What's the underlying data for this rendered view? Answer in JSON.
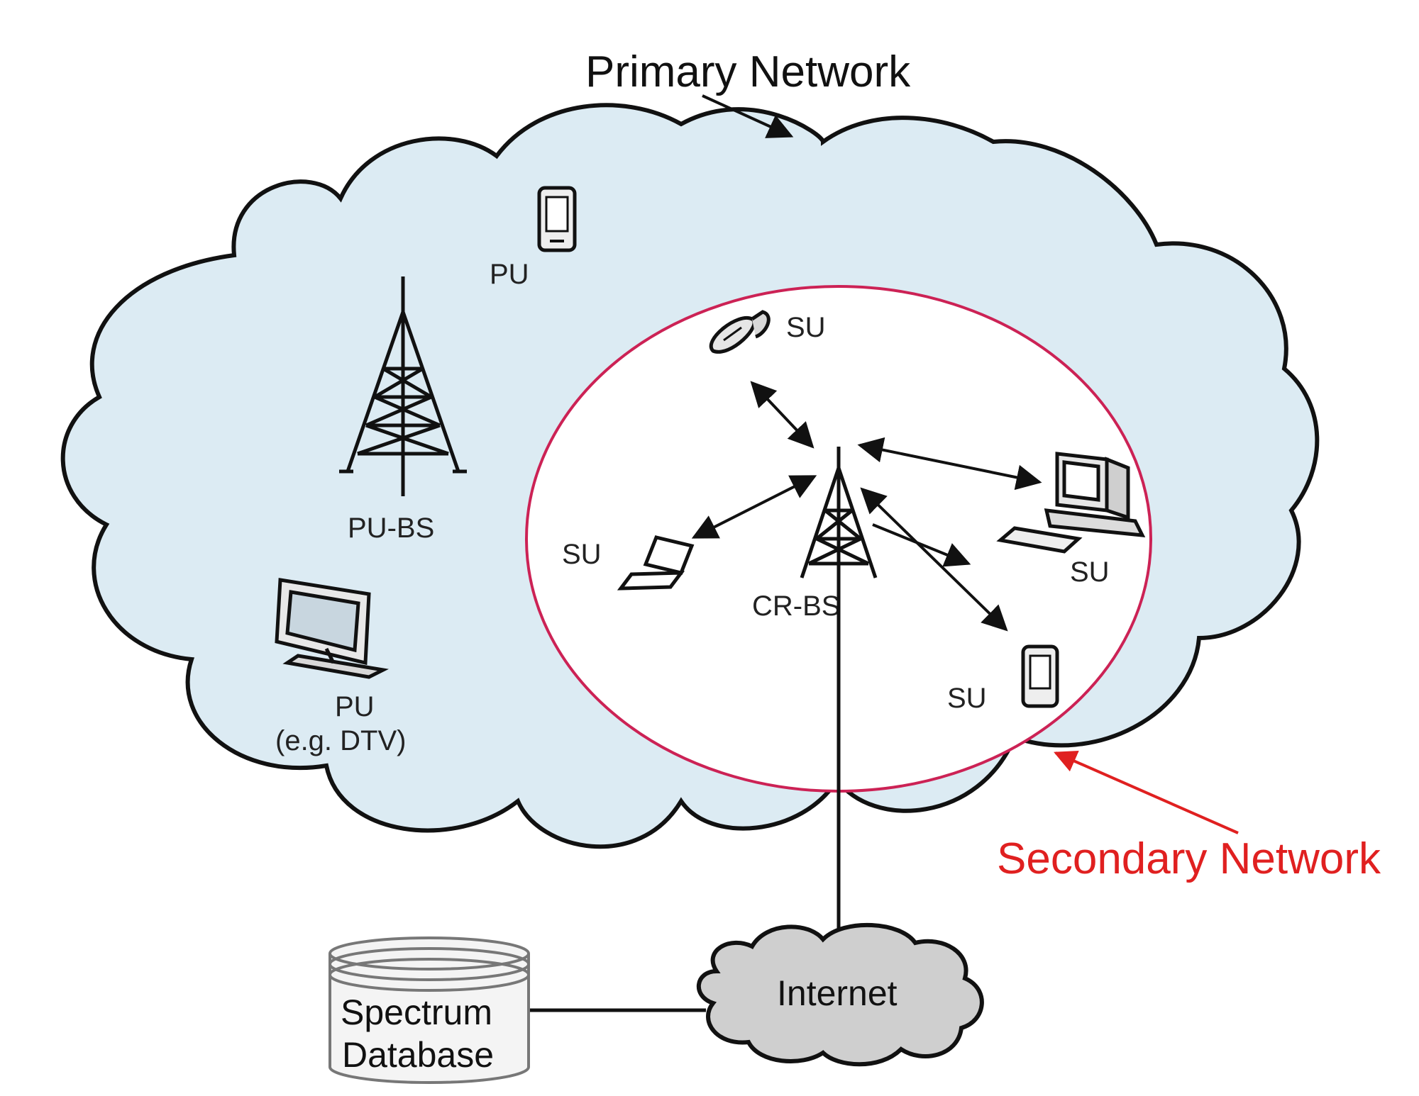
{
  "labels": {
    "primary_network": "Primary Network",
    "secondary_network": "Secondary Network",
    "pu_top": "PU",
    "pu_bs": "PU-BS",
    "pu_dtv_line1": "PU",
    "pu_dtv_line2": "(e.g. DTV)",
    "su_phone": "SU",
    "su_laptop": "SU",
    "su_desktop": "SU",
    "su_tablet": "SU",
    "cr_bs": "CR-BS",
    "internet": "Internet",
    "database_line1": "Spectrum",
    "database_line2": "Database"
  },
  "colors": {
    "primary_cloud_fill": "#dcebf3",
    "outline": "#111111",
    "secondary_ring": "#cc2255",
    "secondary_label": "#e02020",
    "internet_fill": "#cfcfcf"
  },
  "icons": [
    "tower-icon",
    "pda-icon",
    "flip-phone-icon",
    "laptop-icon",
    "desktop-computer-icon",
    "tv-monitor-icon",
    "database-icon",
    "internet-cloud-icon"
  ]
}
